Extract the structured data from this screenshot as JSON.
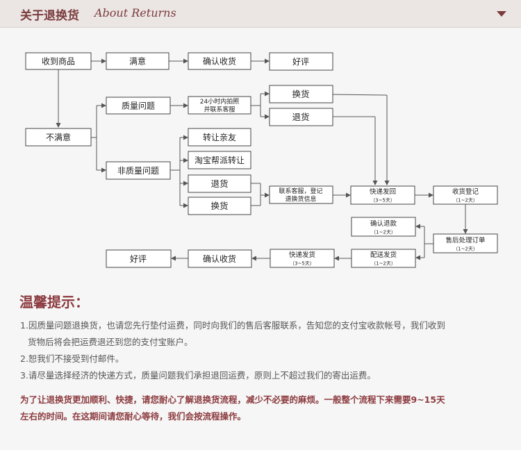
{
  "header": {
    "title": "关于退换货",
    "subtitle": "About Returns"
  },
  "flow": {
    "received": "收到商品",
    "satisfied": "满意",
    "confirm_receipt_top": "确认收货",
    "good_review_top": "好评",
    "unsatisfied": "不满意",
    "quality_issue": "质量问题",
    "photo_line1": "24小时内拍照",
    "photo_line2": "并联系客服",
    "exchange_q": "换货",
    "return_q": "退货",
    "non_quality": "非质量问题",
    "transfer_friend": "转让亲友",
    "taobao_transfer": "淘宝帮派转让",
    "return_nq": "退货",
    "exchange_nq": "换货",
    "contact_line1": "联系客服，登记",
    "contact_line2": "退换货信息",
    "express_back": "快递发回",
    "express_back_days": "（3~5天）",
    "receive_register": "收货登记",
    "receive_register_days": "（1~2天）",
    "confirm_refund": "确认退款",
    "confirm_refund_days": "（1~2天）",
    "after_sale": "售后处理订单",
    "after_sale_days": "（1~2天）",
    "dispatch": "配送发货",
    "dispatch_days": "（1~2天）",
    "express_ship": "快递发货",
    "express_ship_days": "（3~5天）",
    "confirm_receipt_bottom": "确认收货",
    "good_review_bottom": "好评"
  },
  "tips": {
    "title": "温馨提示：",
    "item1_line1": "1.因质量问题退换货，也请您先行垫付运费，同时向我们的售后客服联系，告知您的支付宝收款帐号，我们收到",
    "item1_line2": "货物后将会把运费退还到您的支付宝账户。",
    "item2": "2.恕我们不接受到付邮件。",
    "item3": "3.请尽量选择经济的快递方式，质量问题我们承担退回运费，原则上不超过我们的寄出运费。",
    "note_line1": "为了让退换货更加顺利、快捷，请您耐心了解退换货流程，减少不必要的麻烦。一般整个流程下来需要9~15天",
    "note_line2": "左右的时间。在这期间请您耐心等待，我们会按流程操作。"
  },
  "colors": {
    "accent": "#8c3b3f",
    "header_bg": "#ebe6e4",
    "panel_bg": "#f6f6f6"
  }
}
